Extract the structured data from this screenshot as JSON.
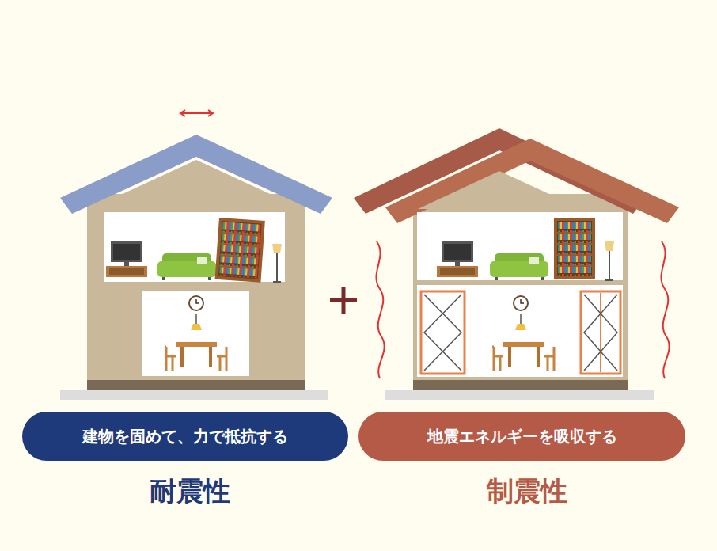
{
  "diagram": {
    "nodes": [
      {
        "text": [
          "建物を固めて、力で抵抗する"
        ]
      },
      {
        "text": [
          "地震エネルギーを吸収する"
        ]
      }
    ],
    "labels": [
      "耐震性",
      "制震性"
    ]
  }
}
